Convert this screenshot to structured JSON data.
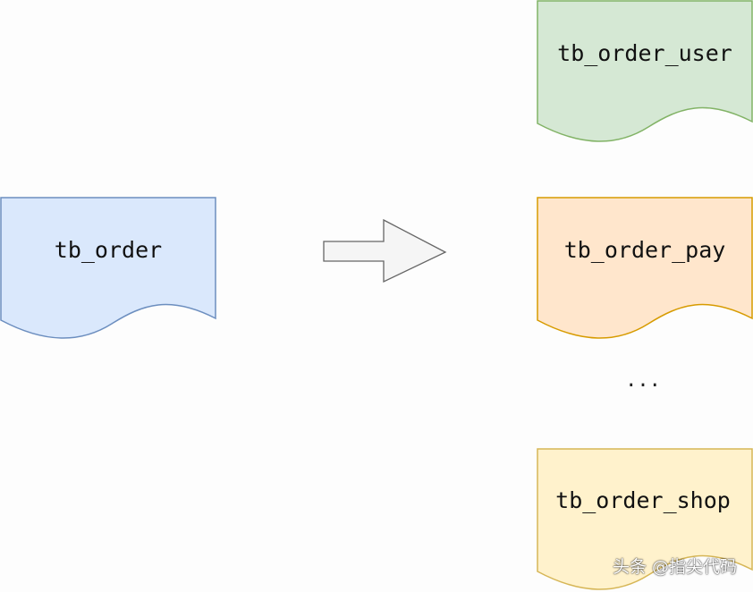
{
  "diagram": {
    "source": {
      "label": "tb_order",
      "fill": "#dae8fc",
      "stroke": "#6c8ebf"
    },
    "arrow": {
      "fill": "#f5f5f5",
      "stroke": "#666666"
    },
    "targets": [
      {
        "label": "tb_order_user",
        "fill": "#d5e8d4",
        "stroke": "#82b366"
      },
      {
        "label": "tb_order_pay",
        "fill": "#ffe6cc",
        "stroke": "#d79b00"
      },
      {
        "label": "tb_order_shop",
        "fill": "#fff2cc",
        "stroke": "#d6b656"
      }
    ],
    "ellipsis": "..."
  },
  "watermark": "头条 @指尖代码"
}
